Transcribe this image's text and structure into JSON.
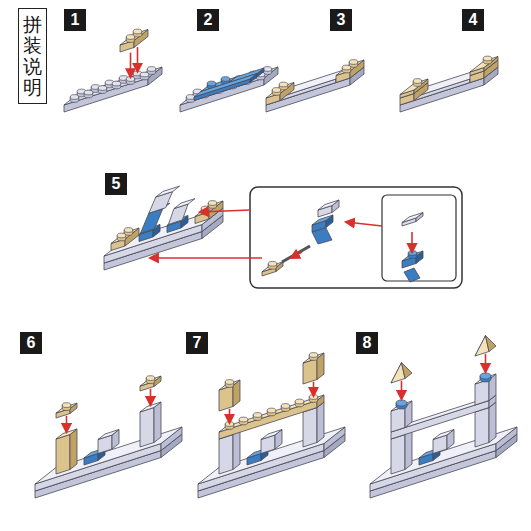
{
  "diagram": {
    "nodes": [
      {
        "text": [
          "拼装说明"
        ]
      },
      {
        "text": [
          "1"
        ]
      },
      {
        "text": [
          "2"
        ]
      },
      {
        "text": [
          "3"
        ]
      },
      {
        "text": [
          "4"
        ]
      },
      {
        "text": [
          "5"
        ]
      },
      {
        "text": [
          "6"
        ]
      },
      {
        "text": [
          "7"
        ]
      },
      {
        "text": [
          "8"
        ]
      }
    ]
  }
}
